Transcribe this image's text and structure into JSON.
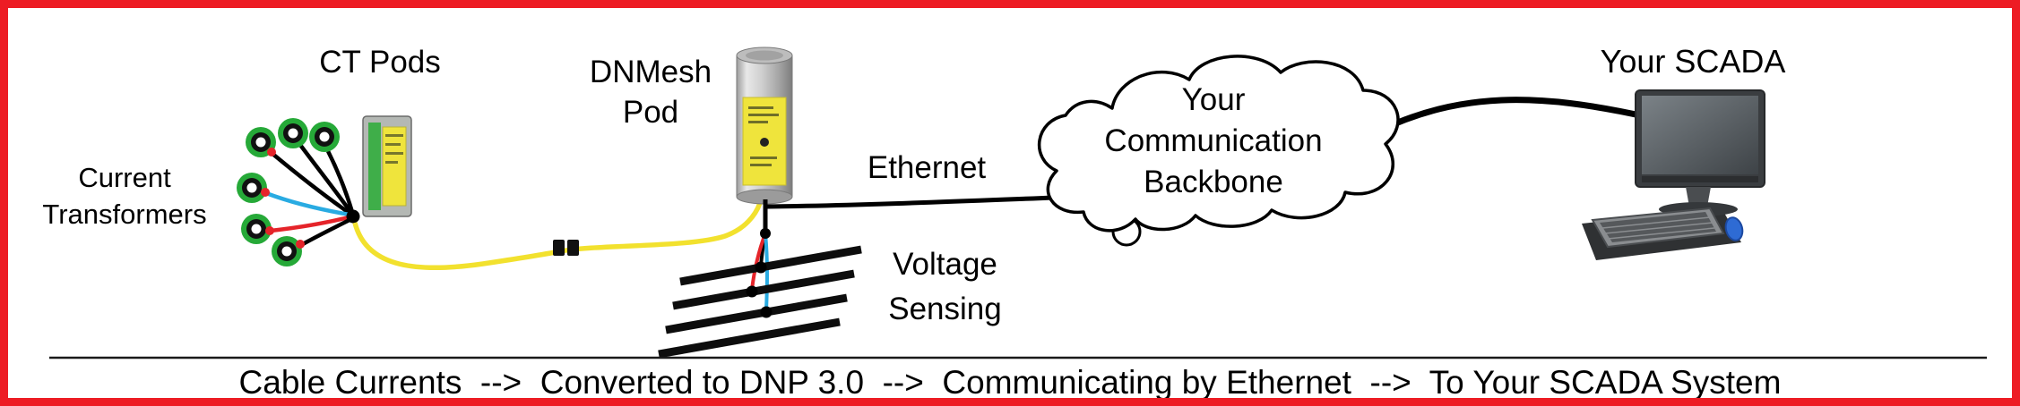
{
  "diagram": {
    "nodes": {
      "current_transformers": {
        "line1": "Current",
        "line2": "Transformers"
      },
      "ct_pods": {
        "label": "CT Pods"
      },
      "dnmesh_pod": {
        "line1": "DNMesh",
        "line2": "Pod"
      },
      "ethernet": {
        "label": "Ethernet"
      },
      "voltage_sensing": {
        "line1": "Voltage",
        "line2": "Sensing"
      },
      "communication_backbone": {
        "line1": "Your",
        "line2": "Communication",
        "line3": "Backbone"
      },
      "scada": {
        "label": "Your SCADA"
      }
    },
    "caption": "Cable Currents  -->  Converted to DNP 3.0  -->  Communicating by Ethernet  -->  To Your SCADA System",
    "colors": {
      "border_red": "#ed1c24",
      "wire_yellow": "#f2e12e",
      "wire_red": "#e5242a",
      "wire_blue": "#29abe2",
      "wire_black": "#000000",
      "ct_ring_green": "#26a938",
      "pod_label_yellow": "#efe43c",
      "mouse_blue": "#2e6bd4"
    }
  }
}
